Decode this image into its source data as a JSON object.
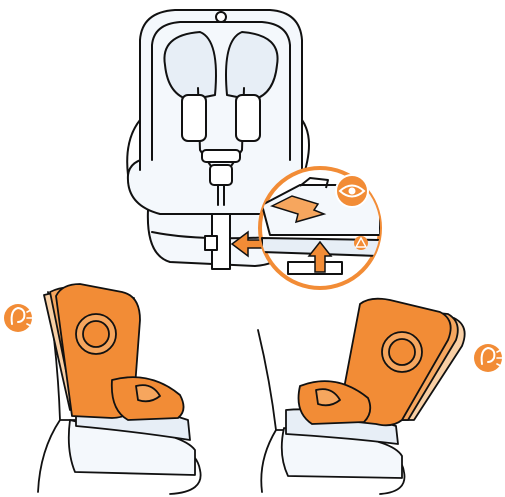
{
  "palette": {
    "accent": "#F28C36",
    "accent_light": "#F6A65E",
    "accent_dark": "#D87420",
    "line": "#111111",
    "seat_fill": "#F4F8FC",
    "pad": "#E7EEF6"
  },
  "icons": {
    "eye": "eye-icon",
    "warning": "warning-triangle-icon",
    "hearing_left": "hearing-click-icon",
    "hearing_right": "hearing-click-icon",
    "push_arrow": "push-up-arrow-icon",
    "insert_arrow": "insert-arrow-icon"
  },
  "panels": [
    {
      "id": "top",
      "subject": "car-seat-front-view"
    },
    {
      "id": "left",
      "subject": "car-seat-recline-upright"
    },
    {
      "id": "right",
      "subject": "car-seat-recline-back"
    }
  ]
}
